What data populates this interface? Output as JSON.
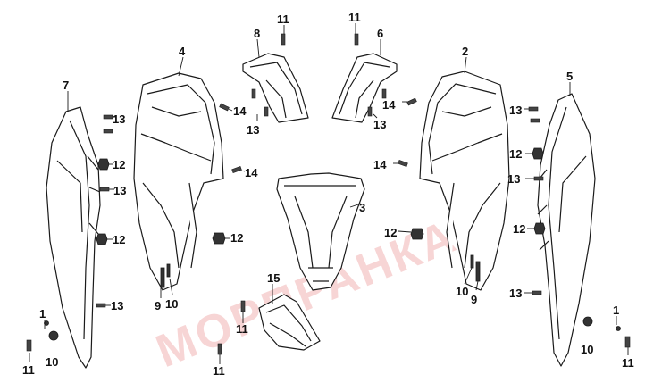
{
  "watermark": "МОРПРАНКА",
  "callouts": {
    "c1a": "1",
    "c1b": "1",
    "c2": "2",
    "c3": "3",
    "c4": "4",
    "c5": "5",
    "c6": "6",
    "c7": "7",
    "c8": "8",
    "c9a": "9",
    "c9b": "9",
    "c10a": "10",
    "c10b": "10",
    "c10c": "10",
    "c10d": "10",
    "c11a": "11",
    "c11b": "11",
    "c11c": "11",
    "c11d": "11",
    "c11e": "11",
    "c11f": "11",
    "c12a": "12",
    "c12b": "12",
    "c12c": "12",
    "c12d": "12",
    "c12e": "12",
    "c12f": "12",
    "c13a": "13",
    "c13b": "13",
    "c13c": "13",
    "c13d": "13",
    "c13e": "13",
    "c13f": "13",
    "c13g": "13",
    "c13h": "13",
    "c14a": "14",
    "c14b": "14",
    "c14c": "14",
    "c14d": "14",
    "c15": "15"
  }
}
